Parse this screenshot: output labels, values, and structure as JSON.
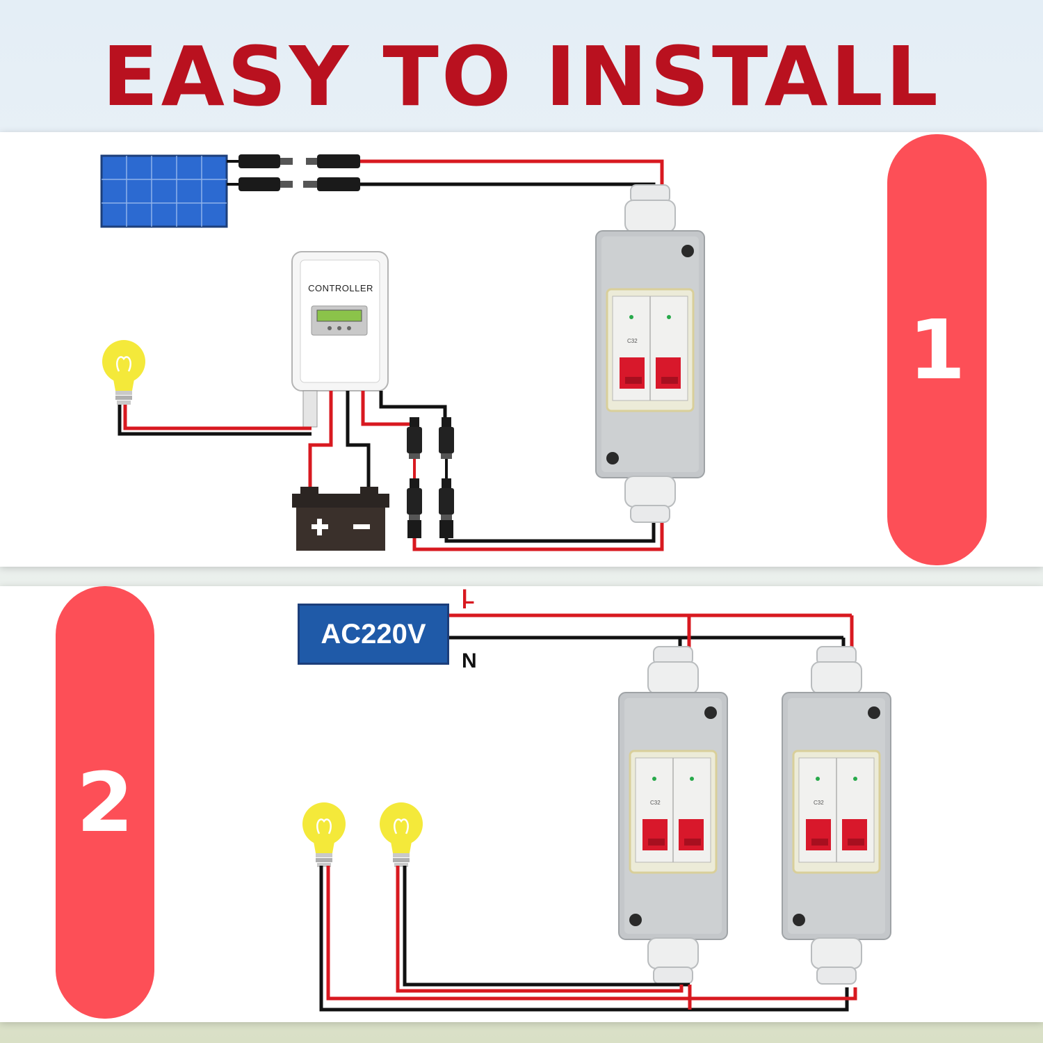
{
  "header": {
    "title": "EASY TO INSTALL"
  },
  "steps": [
    {
      "number": "1"
    },
    {
      "number": "2"
    }
  ],
  "diagram1": {
    "controller_label": "CONTROLLER",
    "breaker_rating": "C32"
  },
  "diagram2": {
    "supply_label": "AC220V",
    "line_label": "L",
    "neutral_label": "N",
    "breaker_rating": "C32"
  },
  "colors": {
    "title": "#b9111f",
    "badge": "#fd4f57",
    "wire_positive": "#d81920",
    "wire_negative": "#111111",
    "ac_label_bg": "#1f5aa8",
    "enclosure": "#bcc0c3",
    "breaker_handle": "#d8182b",
    "bulb": "#f4e93a",
    "solar_panel": "#2c6ad1"
  },
  "icons": [
    "solar-panel-icon",
    "mc4-connector-icon",
    "charge-controller-icon",
    "light-bulb-icon",
    "battery-icon",
    "dc-breaker-enclosure-icon"
  ]
}
